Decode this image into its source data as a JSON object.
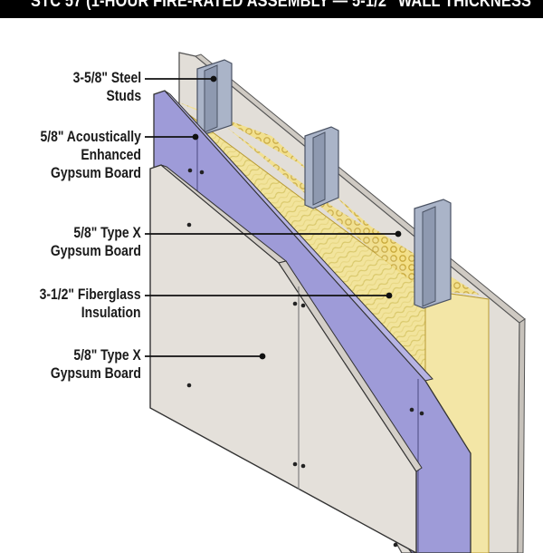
{
  "header": {
    "title": "STC 57 (1-HOUR FIRE-RATED ASSEMBLY — 5-1/2\" WALL THICKNESS",
    "background": "#000000",
    "text_color": "#ffffff"
  },
  "callouts": [
    {
      "line1": "3-5/8\" Steel",
      "line2": "Studs",
      "line3": ""
    },
    {
      "line1": "5/8\" Acoustically",
      "line2": "Enhanced",
      "line3": "Gypsum Board"
    },
    {
      "line1": "5/8\" Type X",
      "line2": "Gypsum Board",
      "line3": ""
    },
    {
      "line1": "3-1/2\" Fiberglass",
      "line2": "Insulation",
      "line3": ""
    },
    {
      "line1": "5/8\" Type X",
      "line2": "Gypsum Board",
      "line3": ""
    }
  ],
  "colors": {
    "gypsum": "#e5e1dc",
    "acoustic_board": "#9c9ad6",
    "insulation": "#f1e39a",
    "steel_stud": "#a9b4c9"
  }
}
